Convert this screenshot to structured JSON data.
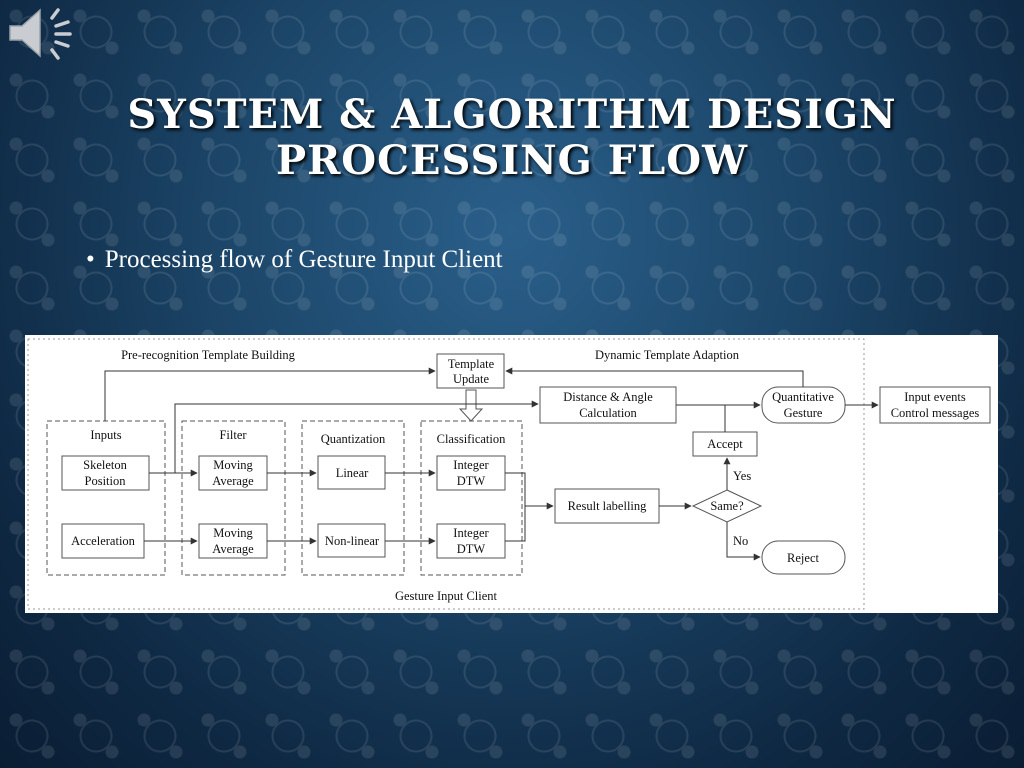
{
  "slide": {
    "title_line1": "SYSTEM & ALGORITHM DESIGN",
    "title_line2": "PROCESSING FLOW",
    "bullet": "Processing flow of Gesture Input Client"
  },
  "icons": {
    "audio": "speaker-icon"
  },
  "diagram": {
    "label_prerecog": "Pre-recognition  Template Building",
    "label_dynamic": "Dynamic Template Adaption",
    "label_client": "Gesture Input Client",
    "template_update": [
      "Template",
      "Update"
    ],
    "distance_angle": [
      "Distance & Angle",
      "Calculation"
    ],
    "quantitative": [
      "Quantitative",
      "Gesture"
    ],
    "input_events": [
      "Input events",
      "Control messages"
    ],
    "group_inputs": "Inputs",
    "group_filter": "Filter",
    "group_quant": "Quantization",
    "group_class": "Classification",
    "skeleton": [
      "Skeleton",
      "Position"
    ],
    "acceleration": "Acceleration",
    "moving_avg_1": [
      "Moving",
      "Average"
    ],
    "moving_avg_2": [
      "Moving",
      "Average"
    ],
    "linear": "Linear",
    "nonlinear": "Non-linear",
    "int_dtw_1": [
      "Integer",
      "DTW"
    ],
    "int_dtw_2": [
      "Integer",
      "DTW"
    ],
    "result_labelling": "Result labelling",
    "same": "Same?",
    "accept": "Accept",
    "reject": "Reject",
    "yes": "Yes",
    "no": "No"
  }
}
